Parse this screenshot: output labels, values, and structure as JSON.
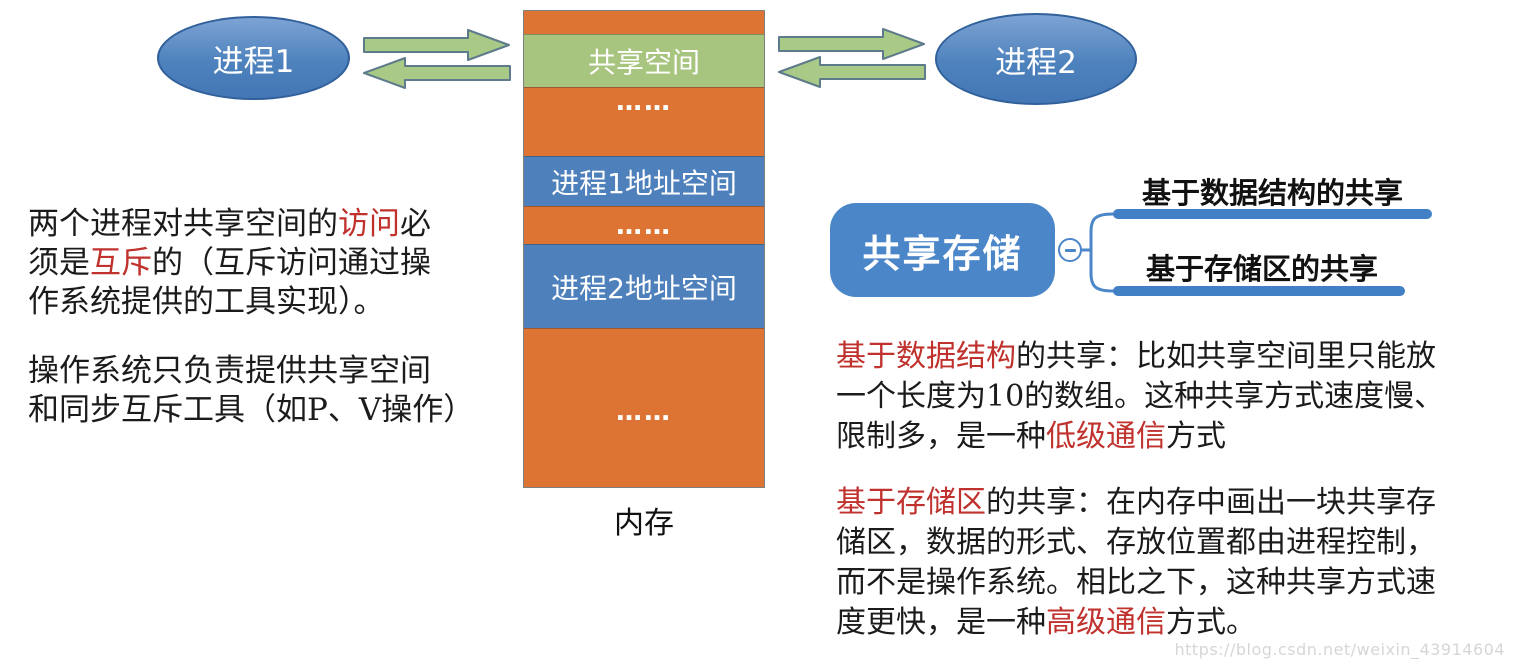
{
  "colors": {
    "orange": "#dd7434",
    "green_band": "#a7c57f",
    "blue_band": "#4e80bc",
    "ellipse_blue": "#4d82bd",
    "ellipse_border": "#31609b",
    "arrow_green": "#a9c987",
    "arrow_outline": "#5d7b8b",
    "node_blue": "#4b86c8",
    "branch_bar_blue": "#4180c4",
    "highlight_red": "#c0322e",
    "watermark_gray": "#d6d6d6"
  },
  "diagram": {
    "process1_label": "进程1",
    "process2_label": "进程2",
    "memory_label": "内存",
    "memory_sections": [
      {
        "name": "reserved-top",
        "label": ""
      },
      {
        "name": "shared-space",
        "label": "共享空间"
      },
      {
        "name": "ellipsis-1",
        "label": "……"
      },
      {
        "name": "process1-address-space",
        "label": "进程1地址空间"
      },
      {
        "name": "ellipsis-2",
        "label": "……"
      },
      {
        "name": "process2-address-space",
        "label": "进程2地址空间"
      },
      {
        "name": "ellipsis-3",
        "label": "……"
      }
    ]
  },
  "mindmap": {
    "root_label": "共享存储",
    "toggle": "−",
    "branches": [
      {
        "label": "基于数据结构的共享"
      },
      {
        "label": "基于存储区的共享"
      }
    ]
  },
  "left_text": {
    "p1_lines": [
      [
        {
          "t": "两个进程对共享空间的"
        },
        {
          "t": "访问",
          "red": true
        },
        {
          "t": "必"
        }
      ],
      [
        {
          "t": "须是"
        },
        {
          "t": "互斥",
          "red": true
        },
        {
          "t": "的（互斥访问通过操"
        }
      ],
      [
        {
          "t": "作系统提供的工具实现）。"
        }
      ]
    ],
    "p2_lines": [
      [
        {
          "t": "操作系统只负责提供共享空间"
        }
      ],
      [
        {
          "t": "和同步互斥工具（如P、V操作）"
        }
      ]
    ]
  },
  "right_text": {
    "p1_lines": [
      [
        {
          "t": "基于数据结构",
          "red": true
        },
        {
          "t": "的共享：比如共享空间里只能放"
        }
      ],
      [
        {
          "t": "一个长度为10的数组。这种共享方式速度慢、"
        }
      ],
      [
        {
          "t": "限制多，是一种"
        },
        {
          "t": "低级通信",
          "red": true
        },
        {
          "t": "方式"
        }
      ]
    ],
    "p2_lines": [
      [
        {
          "t": "基于存储区",
          "red": true
        },
        {
          "t": "的共享：在内存中画出一块共享存"
        }
      ],
      [
        {
          "t": "储区，数据的形式、存放位置都由进程控制，"
        }
      ],
      [
        {
          "t": "而不是操作系统。相比之下，这种共享方式速"
        }
      ],
      [
        {
          "t": "度更快，是一种"
        },
        {
          "t": "高级通信",
          "red": true
        },
        {
          "t": "方式。"
        }
      ]
    ]
  },
  "watermark": "https://blog.csdn.net/weixin_43914604"
}
